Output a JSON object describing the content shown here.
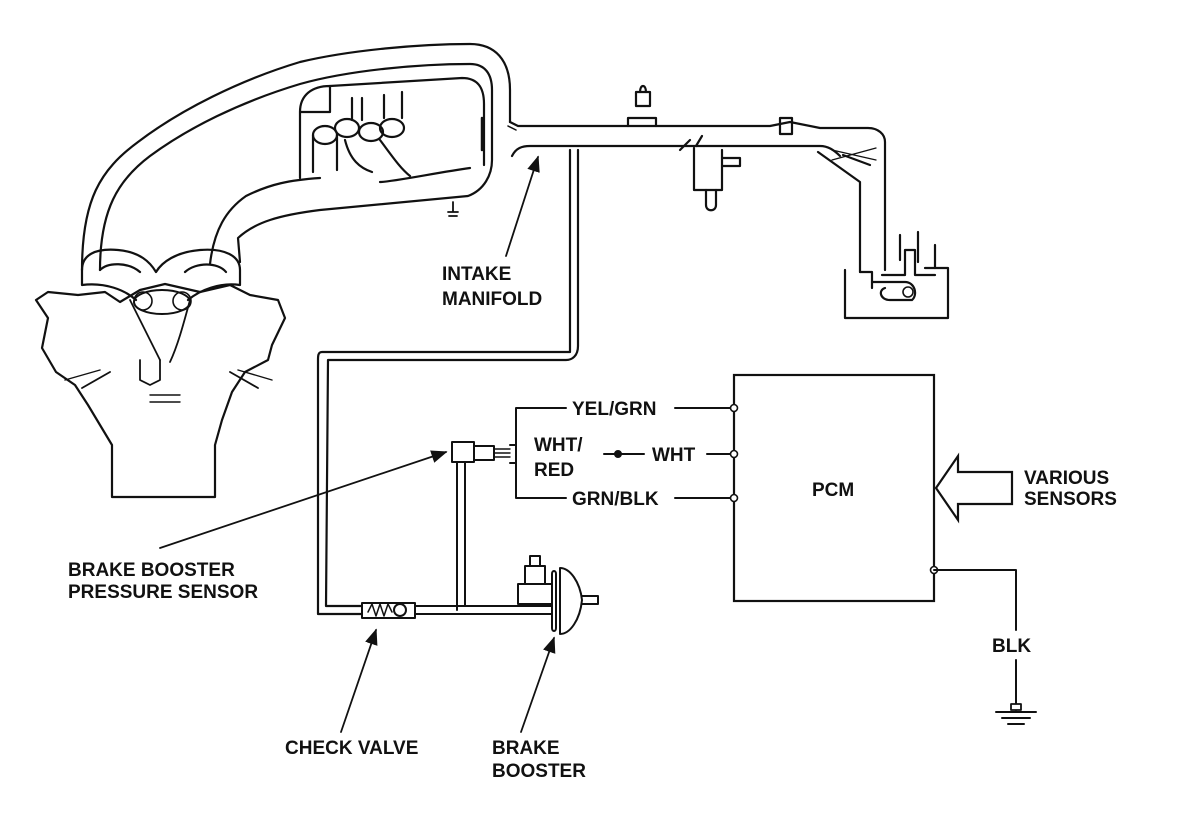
{
  "colors": {
    "ink": "#111111",
    "paper": "#ffffff"
  },
  "labels": {
    "intake_manifold": [
      "INTAKE",
      "MANIFOLD"
    ],
    "brake_booster_pressure_sensor": [
      "BRAKE BOOSTER",
      "PRESSURE SENSOR"
    ],
    "check_valve": "CHECK VALVE",
    "brake_booster": [
      "BRAKE",
      "BOOSTER"
    ],
    "pcm": "PCM",
    "various_sensors": [
      "VARIOUS",
      "SENSORS"
    ],
    "ground": "BLK"
  },
  "wires": {
    "yel_grn": "YEL/GRN",
    "wht_red": [
      "WHT/",
      "RED"
    ],
    "wht": "WHT",
    "grn_blk": "GRN/BLK"
  }
}
